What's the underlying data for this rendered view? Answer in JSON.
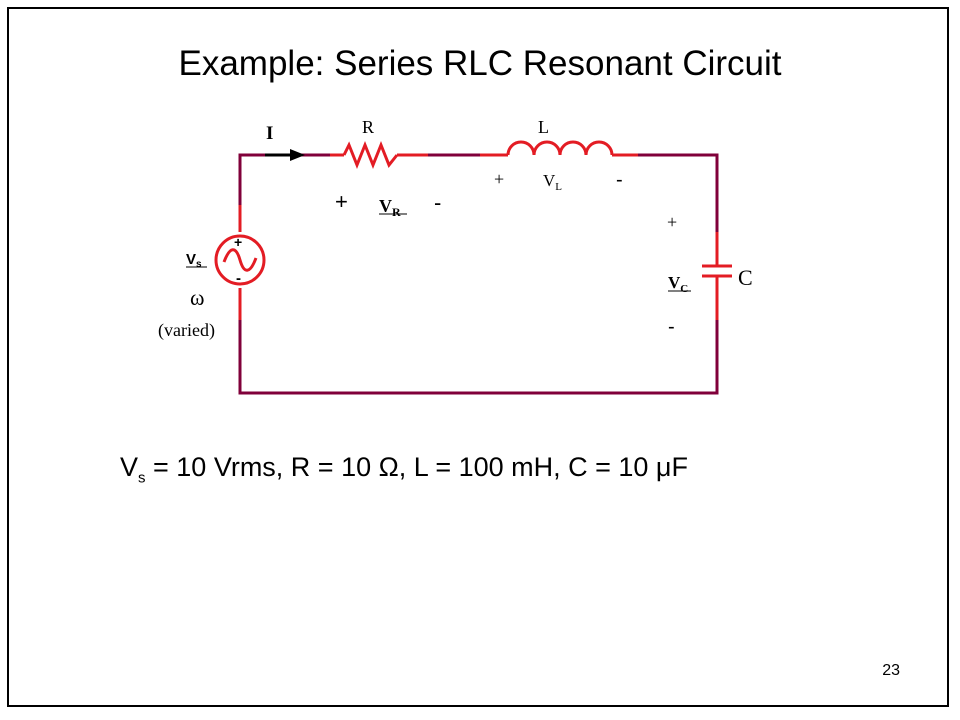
{
  "title": "Example: Series RLC Resonant Circuit",
  "circuit": {
    "current_label": "I",
    "resistor_label": "R",
    "inductor_label": "L",
    "capacitor_label": "C",
    "vr": {
      "plus": "+",
      "v": "V",
      "sub": "R",
      "minus": "-"
    },
    "vl": {
      "plus": "+",
      "v": "V",
      "sub": "L",
      "minus": "-"
    },
    "vc": {
      "plus": "+",
      "v": "V",
      "sub": "C",
      "minus": "-"
    },
    "source": {
      "v": "V",
      "sub": "s",
      "omega": "ω",
      "note": "(varied)",
      "plus": "+",
      "minus": "-"
    },
    "colors": {
      "wire": "#80003a",
      "terminal": "#e31c24",
      "component": "#e31c24"
    }
  },
  "formula": {
    "v": "V",
    "sub": "s",
    "text": " = 10 Vrms, R = 10 Ω, L = 100 mH, C = 10 μF"
  },
  "page_number": "23"
}
